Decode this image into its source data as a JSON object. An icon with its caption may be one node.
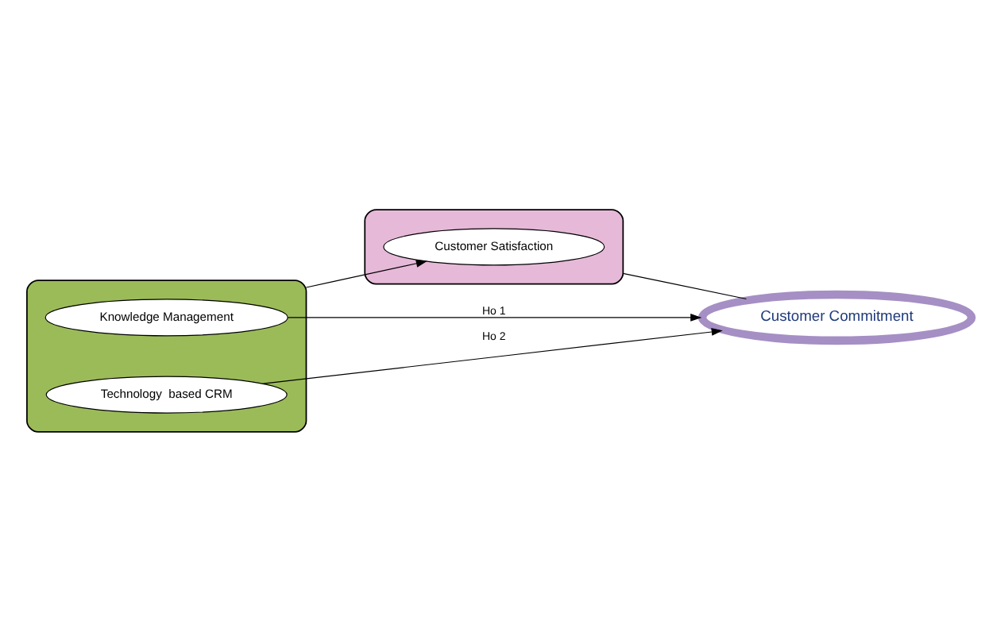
{
  "diagram": {
    "nodes": [
      {
        "text": [],
        "shape": "box"
      },
      {
        "text": [
          "Knowledge Management"
        ],
        "in": 0
      },
      {
        "text": [
          "Technology  based CRM"
        ],
        "in": 0
      },
      {
        "text": [],
        "shape": "box"
      },
      {
        "text": [
          "Customer Satisfaction"
        ],
        "in": 3
      },
      {
        "text": [
          "Customer Commitment"
        ]
      }
    ],
    "edges": [
      {
        "from": 0,
        "to": 4,
        "arrow": "to"
      },
      {
        "from": 1,
        "to": 5,
        "arrow": "to",
        "label": "Ho 1"
      },
      {
        "from": 2,
        "to": 5,
        "arrow": "to",
        "label": "Ho 2"
      },
      {
        "from": 3,
        "to": 5,
        "arrow": "none"
      }
    ]
  }
}
